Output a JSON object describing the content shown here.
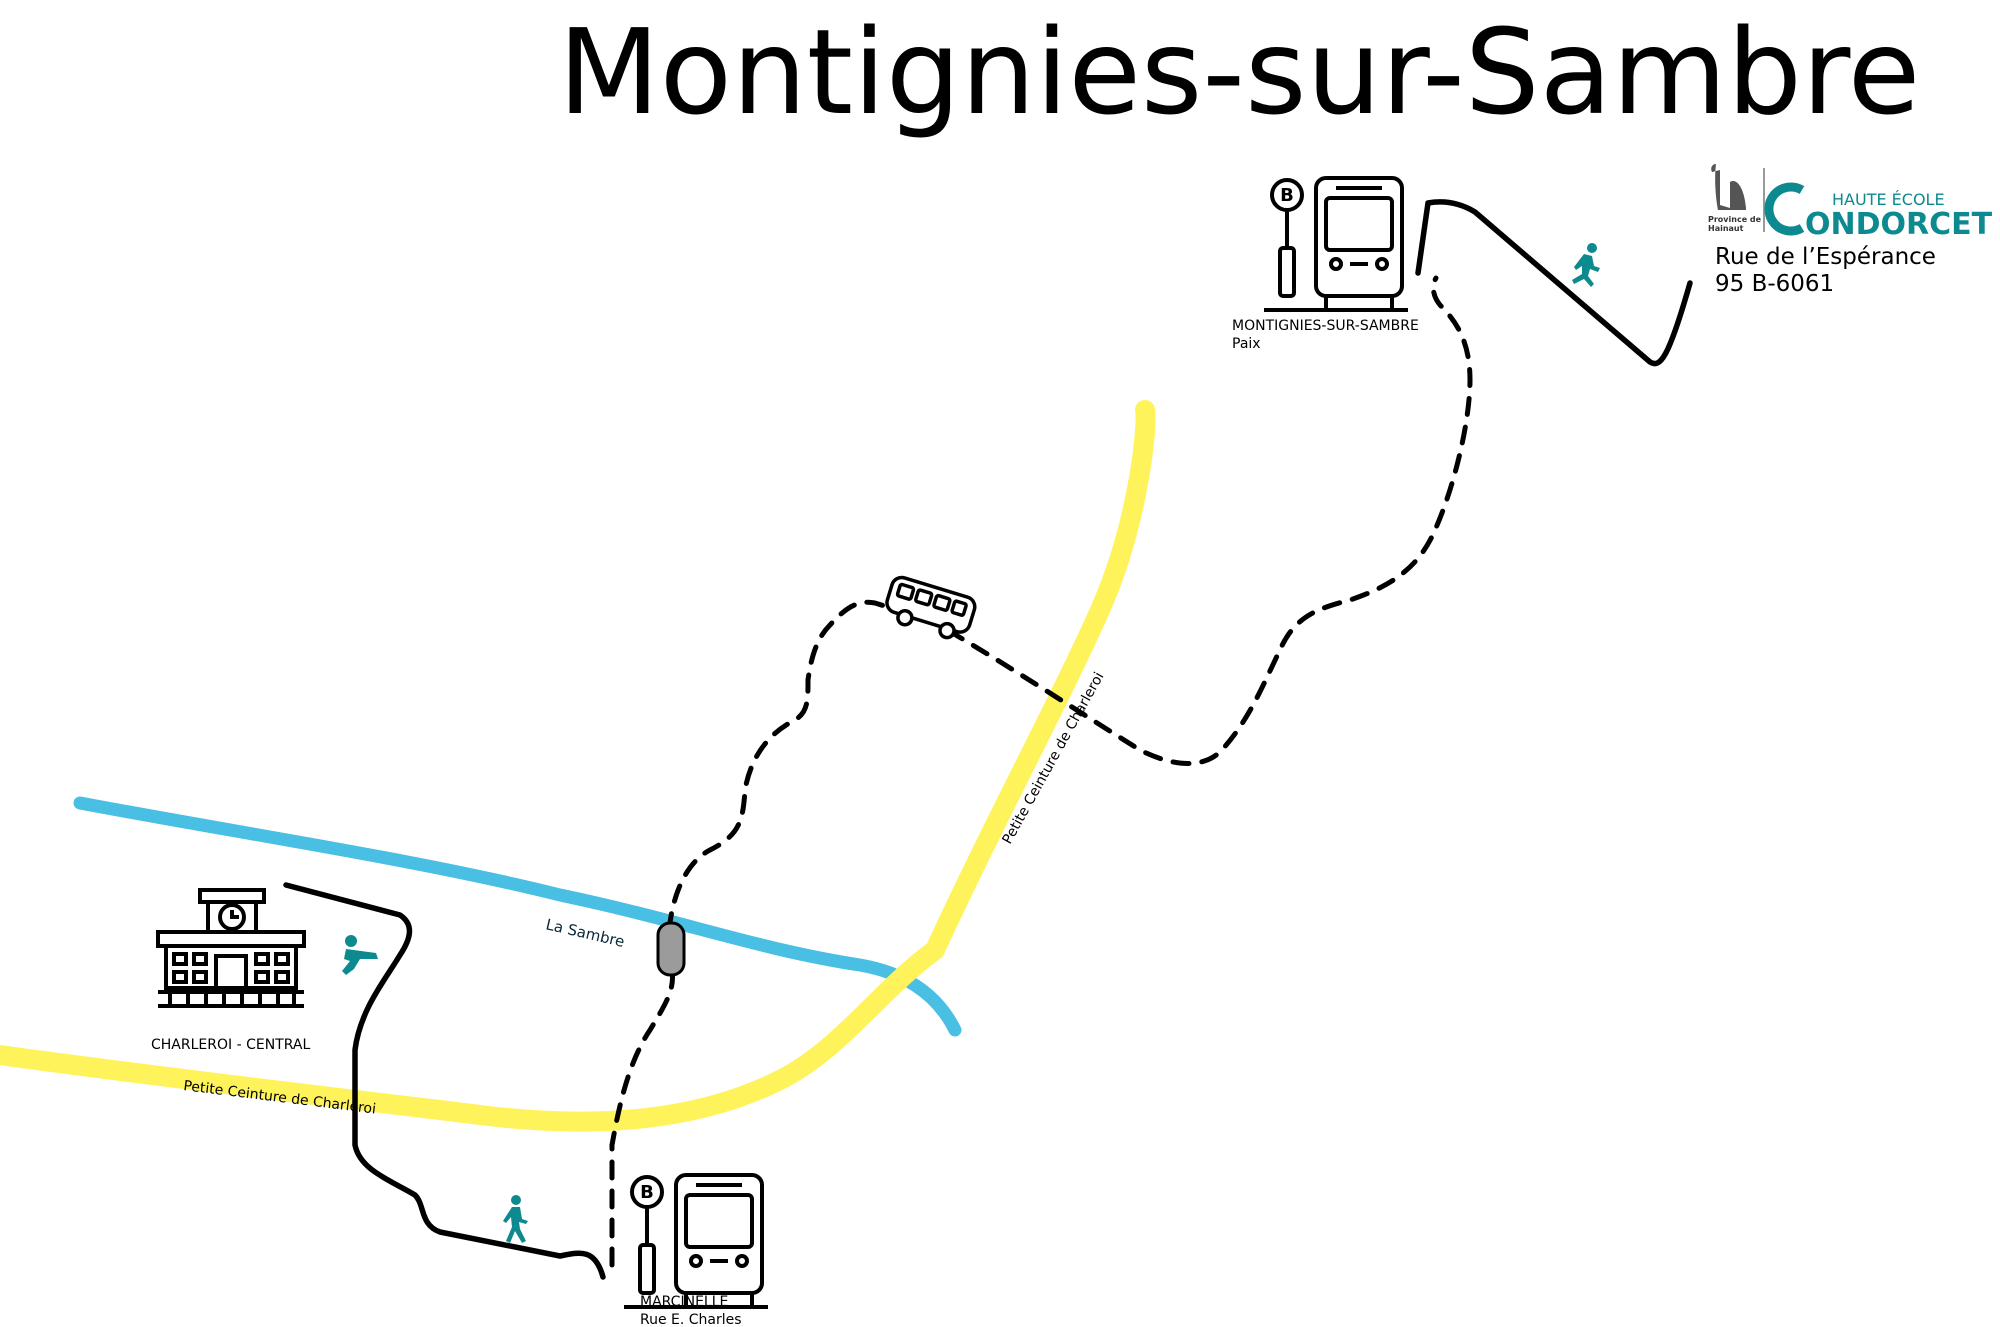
{
  "title": "Montignies-sur-Sambre",
  "colors": {
    "river": "#48bfe3",
    "ring_road": "#fff35c",
    "walk_icon": "#0d8a8f",
    "route": "#000000",
    "bridge": "#9b9b9b",
    "logo_teal": "#0d8a8f"
  },
  "river": {
    "name": "La Sambre"
  },
  "ring_road": {
    "label_lower": "Petite Ceinture de Charleroi",
    "label_upper": "Petite Ceinture de Charleroi"
  },
  "stops": {
    "station": {
      "name": "CHARLEROI - CENTRAL",
      "icon": "train-station-icon"
    },
    "marcinelle": {
      "name": "MARCINELLE",
      "sub": "Rue E. Charles",
      "icon": "bus-stop-icon",
      "badge": "B"
    },
    "montignies": {
      "name": "MONTIGNIES-SUR-SAMBRE",
      "sub": "Paix",
      "icon": "bus-stop-icon",
      "badge": "B"
    }
  },
  "destination": {
    "logo_province_line1": "Province de",
    "logo_province_line2": "Hainaut",
    "logo_school_top": "HAUTE ÉCOLE",
    "logo_school_name": "ONDORCET",
    "address_line1": "Rue de l’Espérance",
    "address_line2": "95 B-6061"
  },
  "icons": [
    "walking-person-icon",
    "bus-icon",
    "train-station-icon",
    "bus-stop-icon"
  ]
}
